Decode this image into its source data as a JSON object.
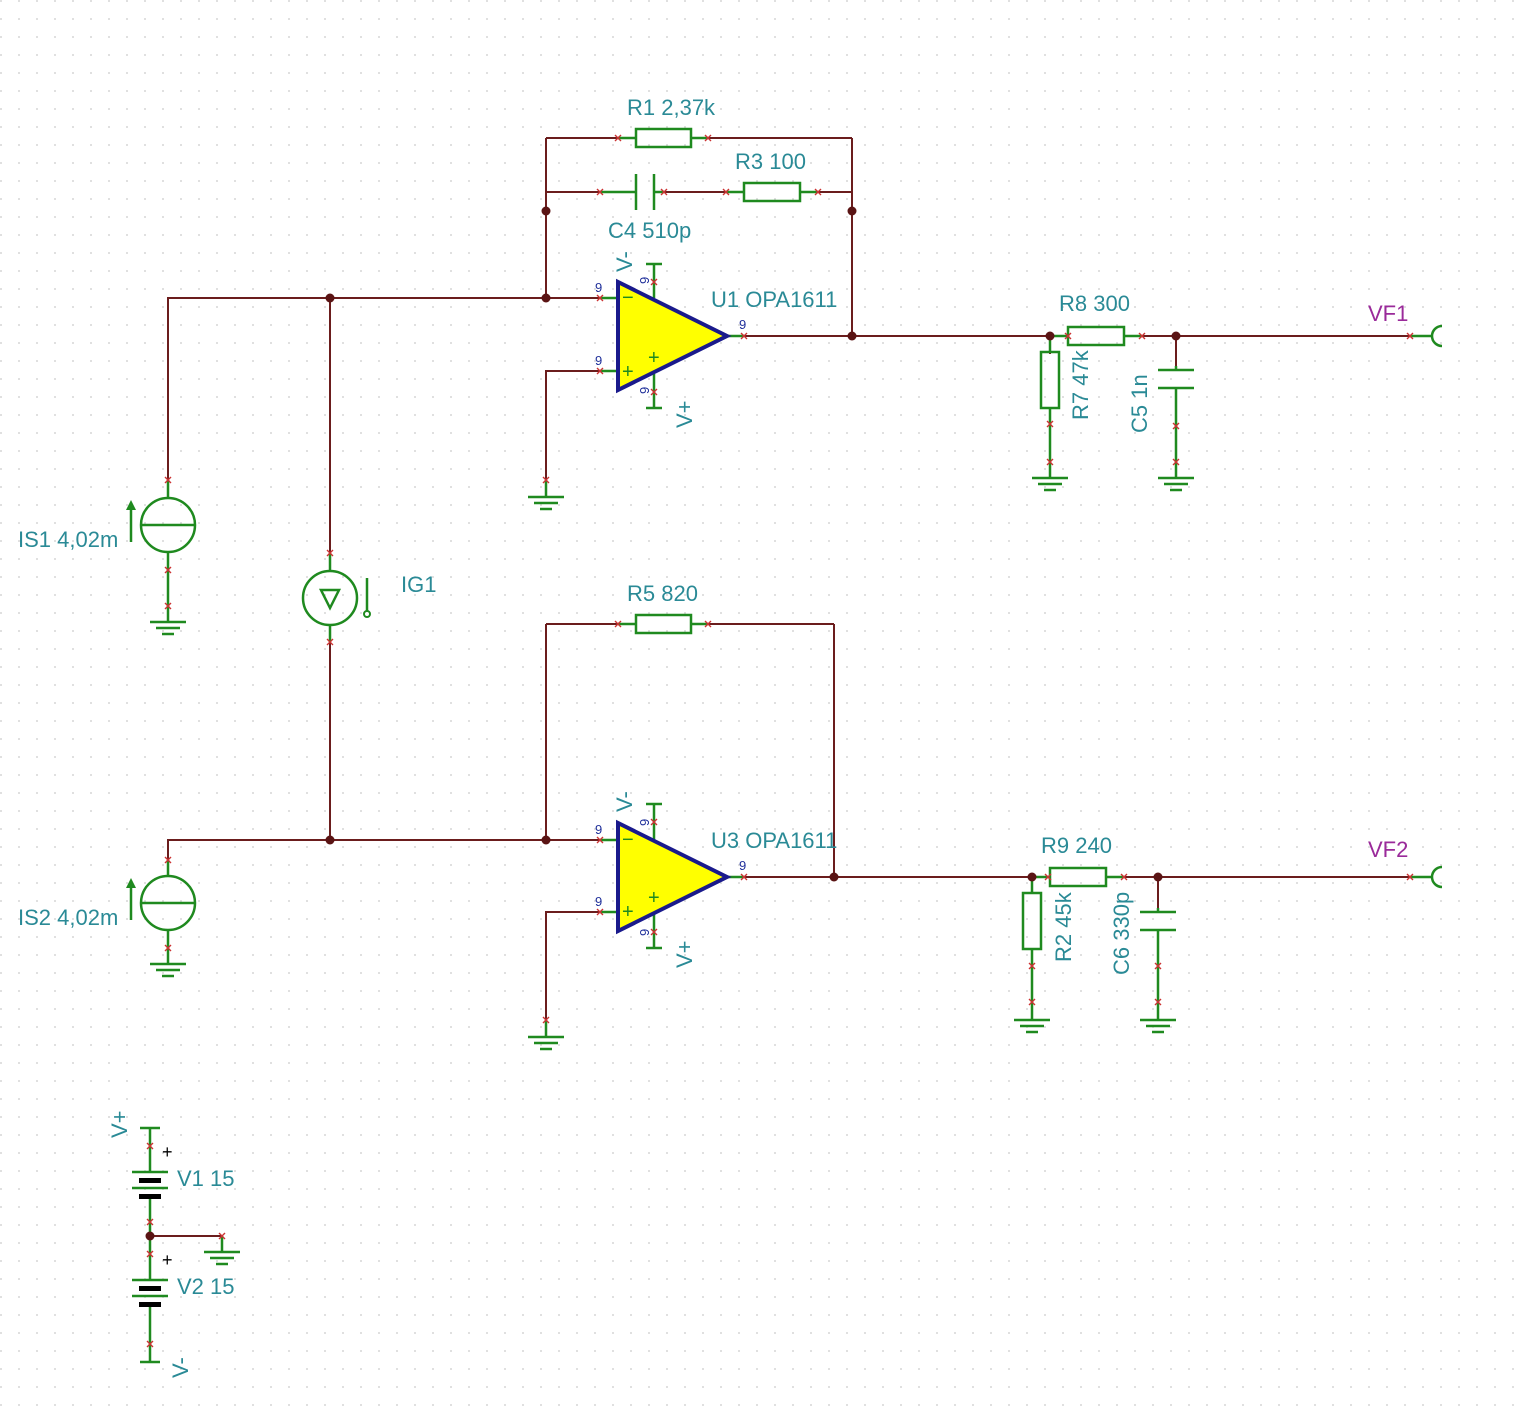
{
  "components": {
    "R1": "R1 2,37k",
    "R3": "R3 100",
    "C4": "C4 510p",
    "U1": "U1 OPA1611",
    "R8": "R8 300",
    "R7": "R7 47k",
    "C5": "C5 1n",
    "IS1": "IS1 4,02m",
    "IG1": "IG1",
    "R5": "R5 820",
    "U3": "U3 OPA1611",
    "R9": "R9 240",
    "R2": "R2 45k",
    "C6": "C6 330p",
    "IS2": "IS2 4,02m",
    "V1": "V1 15",
    "V2": "V2 15"
  },
  "nets": {
    "vf1": "VF1",
    "vf2": "VF2",
    "vplus": "V+",
    "vminus": "V-"
  },
  "pins": {
    "pin": "9"
  },
  "signs": {
    "minus": "−",
    "plus": "+"
  },
  "colors": {
    "wire": "#6b1d1d",
    "component": "#1f8a1f",
    "label": "#2a8a96",
    "net_label": "#9a2a9a",
    "opamp_fill": "#ffff00",
    "opamp_outline": "#1a1a8c"
  }
}
